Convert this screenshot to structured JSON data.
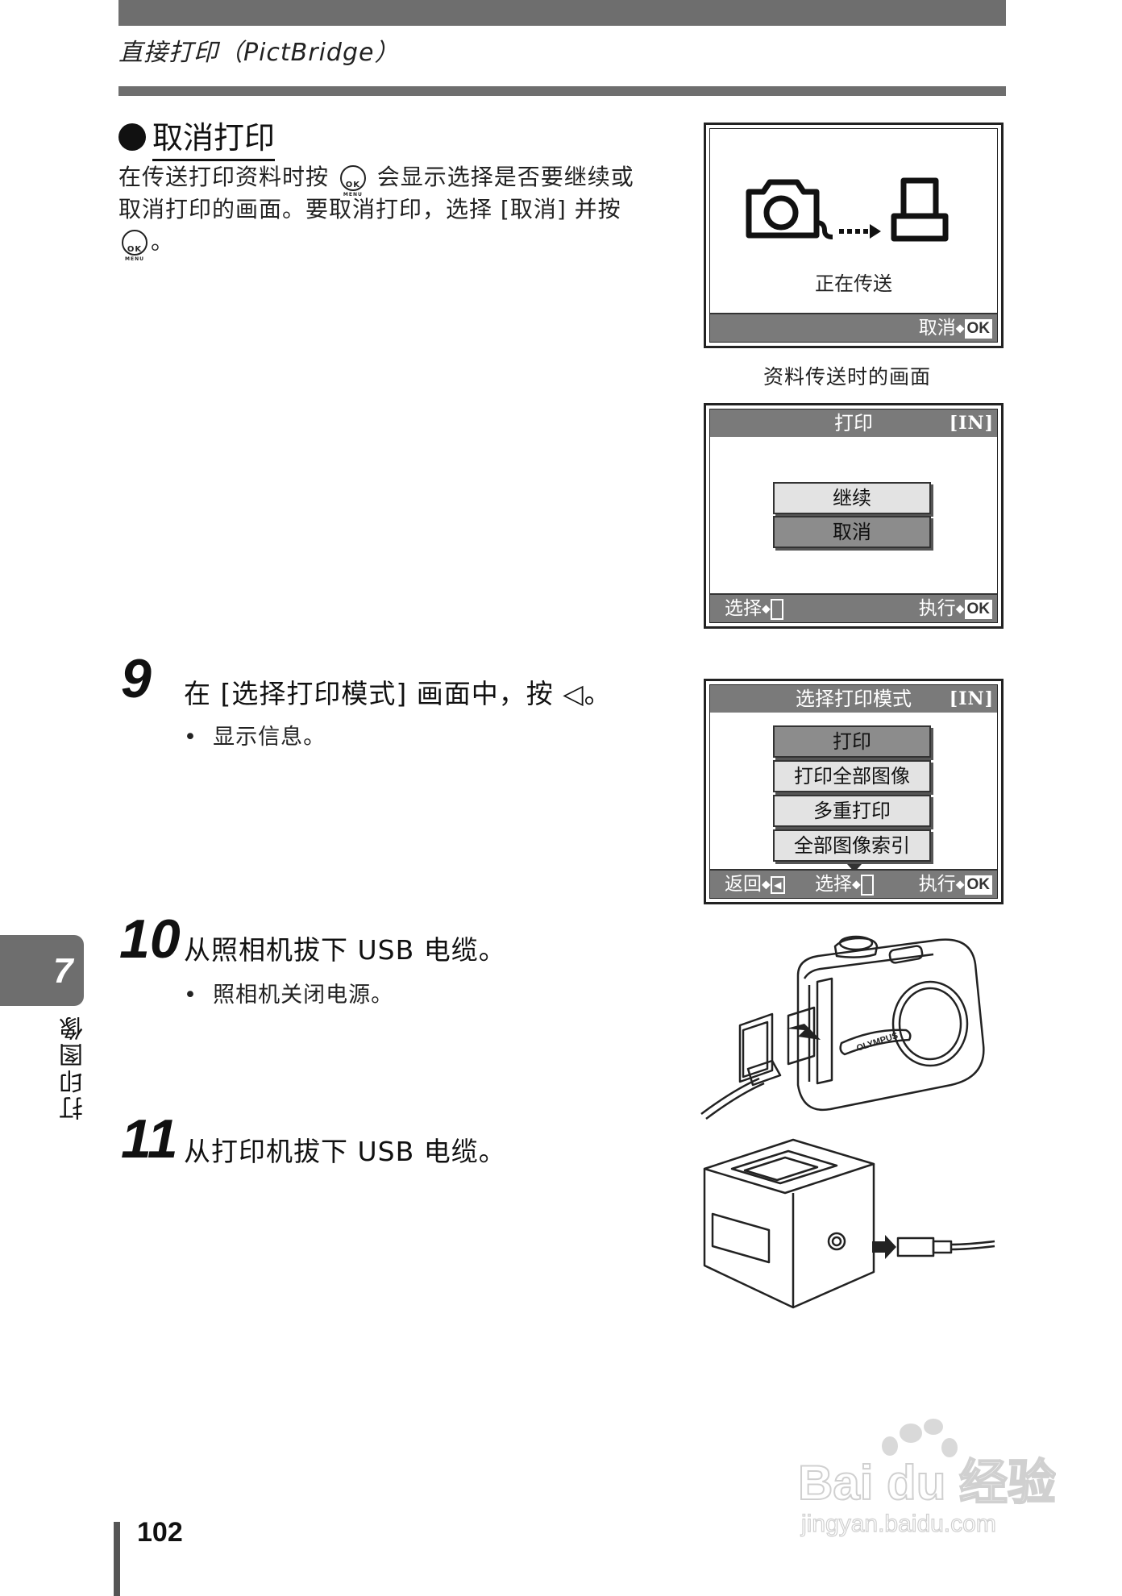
{
  "header": {
    "title": "直接打印（PictBridge）"
  },
  "section": {
    "title": "取消打印",
    "paragraph_parts": [
      "在传送打印资料时按 ",
      " 会显示选择是否要继续或取消打印的画面。要取消打印，选择 [取消] 并按 ",
      "。"
    ],
    "ok_button": {
      "line1": "OK",
      "line2": "MENU"
    }
  },
  "screen_transfer": {
    "status": "正在传送",
    "footer_cancel": "取消",
    "ok_label": "OK",
    "caption": "资料传送时的画面"
  },
  "screen_print": {
    "title": "打印",
    "memory_tag": "[IN]",
    "options": [
      "继续",
      "取消"
    ],
    "selected_index": 1,
    "footer_select": "选择",
    "footer_execute": "执行",
    "ok_label": "OK"
  },
  "step9": {
    "number": "9",
    "text": "在 [选择打印模式] 画面中，按 ◁。",
    "bullet": "显示信息。"
  },
  "screen_mode": {
    "title": "选择打印模式",
    "memory_tag": "[IN]",
    "options": [
      "打印",
      "打印全部图像",
      "多重打印",
      "全部图像索引"
    ],
    "selected_index": 0,
    "footer_back": "返回",
    "footer_select": "选择",
    "footer_execute": "执行",
    "ok_label": "OK"
  },
  "step10": {
    "number": "10",
    "text": "从照相机拔下 USB 电缆。",
    "bullet": "照相机关闭电源。"
  },
  "step11": {
    "number": "11",
    "text": "从打印机拔下 USB 电缆。"
  },
  "camera_illustration": {
    "brand": "OLYMPUS"
  },
  "side_tab": {
    "chapter": "7",
    "label": "打印图像"
  },
  "page_number": "102",
  "watermark": {
    "logo": "Bai du 经验",
    "url": "jingyan.baidu.com"
  }
}
